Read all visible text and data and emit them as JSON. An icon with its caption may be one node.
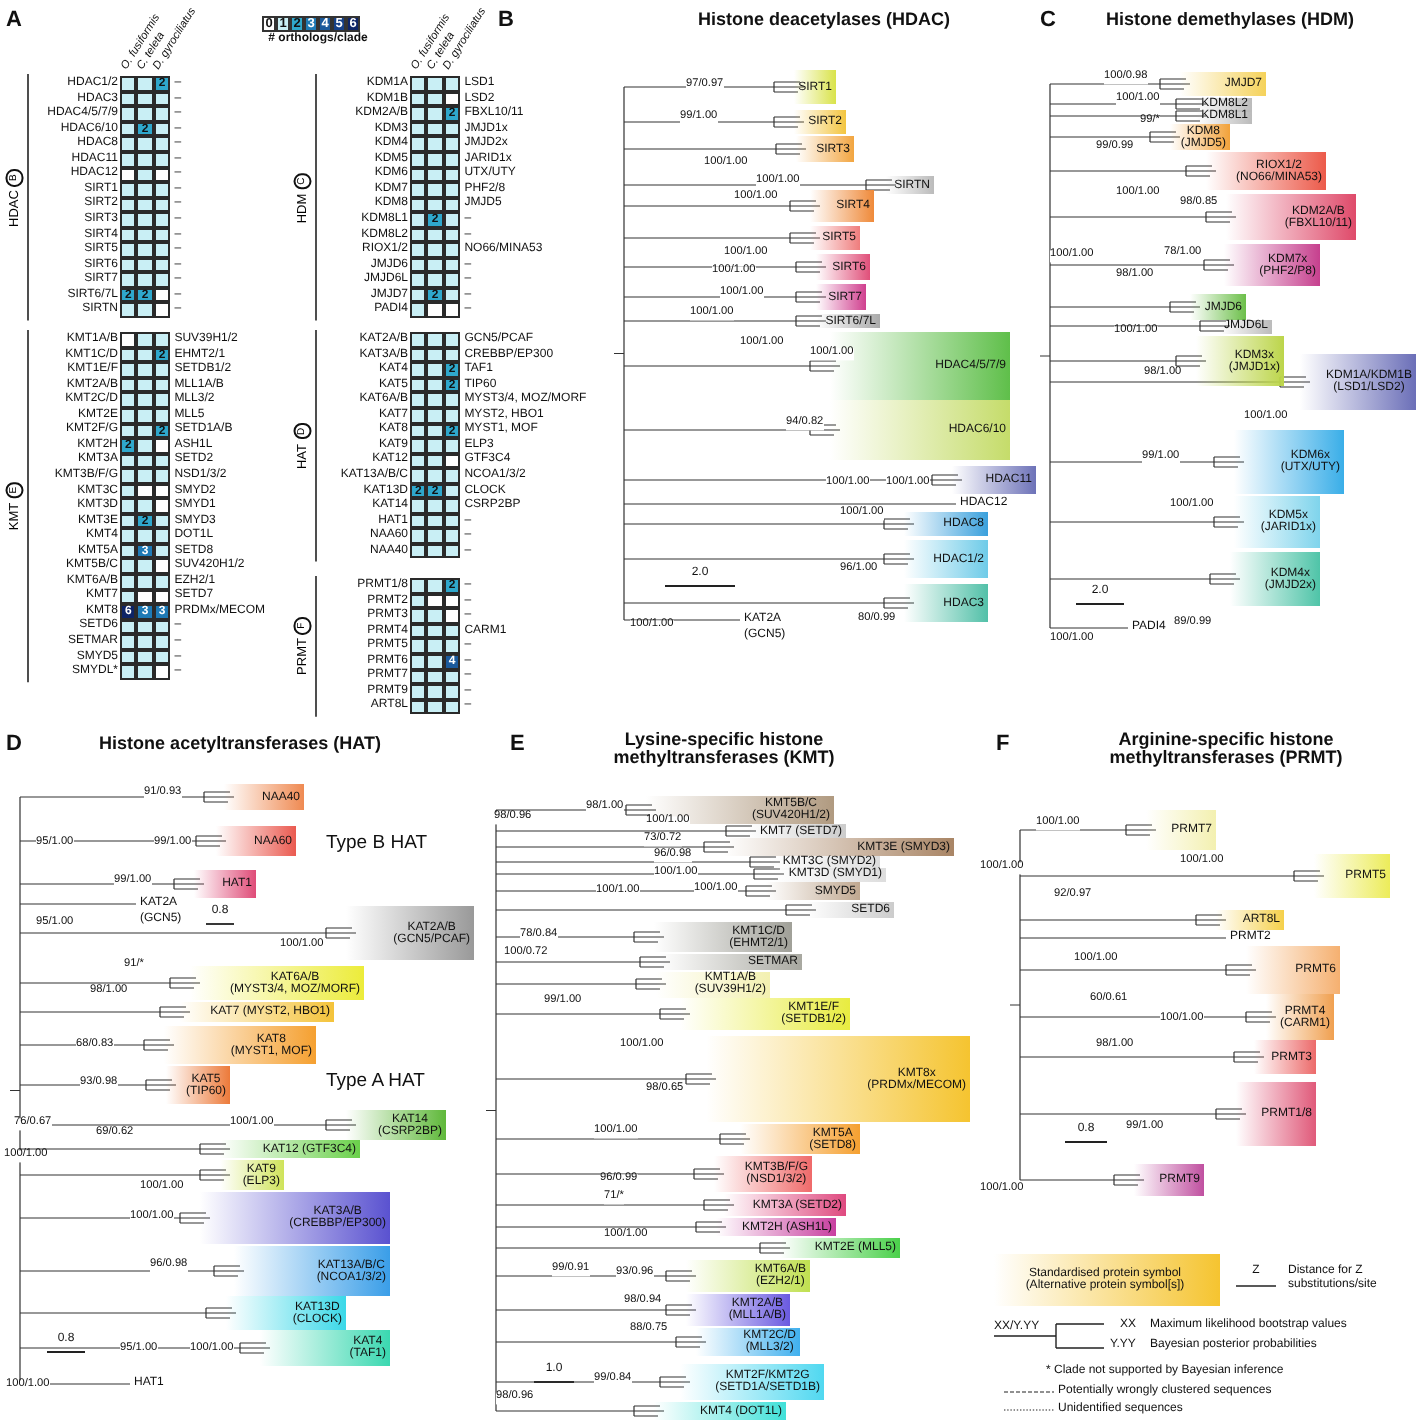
{
  "diagram": {
    "nodes": [
      {
        "text": [
          "SIRT1"
        ]
      },
      {
        "text": [
          "SIRT2"
        ]
      },
      {
        "text": [
          "SIRT3"
        ]
      },
      {
        "text": [
          "SIRTN"
        ]
      },
      {
        "text": [
          "SIRT4"
        ]
      },
      {
        "text": [
          "SIRT5"
        ]
      },
      {
        "text": [
          "SIRT6"
        ]
      },
      {
        "text": [
          "SIRT7"
        ]
      },
      {
        "text": [
          "SIRT6/7L"
        ]
      },
      {
        "text": [
          "HDAC4/5/7/9"
        ]
      },
      {
        "text": [
          "HDAC6/10"
        ]
      },
      {
        "text": [
          "HDAC11"
        ]
      },
      {
        "text": [
          "HDAC8"
        ]
      },
      {
        "text": [
          "HDAC1/2"
        ]
      },
      {
        "text": [
          "HDAC3"
        ]
      },
      {
        "text": [
          "JMJD7"
        ]
      },
      {
        "text": [
          "KDM8L2"
        ]
      },
      {
        "text": [
          "KDM8L1"
        ]
      },
      {
        "text": [
          "KDM8",
          "(JMJD5)"
        ]
      },
      {
        "text": [
          "RIOX1/2",
          "(NO66/MINA53)"
        ]
      },
      {
        "text": [
          "KDM2A/B",
          "(FBXL10/11)"
        ]
      },
      {
        "text": [
          "KDM7x",
          "(PHF2/P8)"
        ]
      },
      {
        "text": [
          "JMJD6"
        ]
      },
      {
        "text": [
          "JMJD6L"
        ]
      },
      {
        "text": [
          "KDM3x",
          "(JMJD1x)"
        ]
      },
      {
        "text": [
          "KDM1A/KDM1B",
          "(LSD1/LSD2)"
        ]
      },
      {
        "text": [
          "KDM6x",
          "(UTX/UTY)"
        ]
      },
      {
        "text": [
          "KDM5x",
          "(JARID1x)"
        ]
      },
      {
        "text": [
          "KDM4x",
          "(JMJD2x)"
        ]
      },
      {
        "text": [
          "NAA40"
        ]
      },
      {
        "text": [
          "NAA60"
        ]
      },
      {
        "text": [
          "HAT1"
        ]
      },
      {
        "text": [
          "KAT2A/B",
          "(GCN5/PCAF)"
        ]
      },
      {
        "text": [
          "KAT6A/B",
          "(MYST3/4, MOZ/MORF)"
        ]
      },
      {
        "text": [
          "KAT7 (MYST2, HBO1)"
        ]
      },
      {
        "text": [
          "KAT8",
          "(MYST1, MOF)"
        ]
      },
      {
        "text": [
          "KAT5",
          "(TIP60)"
        ]
      },
      {
        "text": [
          "KAT14",
          "(CSRP2BP)"
        ]
      },
      {
        "text": [
          "KAT12 (GTF3C4)"
        ]
      },
      {
        "text": [
          "KAT9",
          "(ELP3)"
        ]
      },
      {
        "text": [
          "KAT3A/B",
          "(CREBBP/EP300)"
        ]
      },
      {
        "text": [
          "KAT13A/B/C",
          "(NCOA1/3/2)"
        ]
      },
      {
        "text": [
          "KAT13D",
          "(CLOCK)"
        ]
      },
      {
        "text": [
          "KAT4",
          "(TAF1)"
        ]
      },
      {
        "text": [
          "KMT5B/C",
          "(SUV420H1/2)"
        ]
      },
      {
        "text": [
          "KMT7 (SETD7)"
        ]
      },
      {
        "text": [
          "KMT3E (SMYD3)"
        ]
      },
      {
        "text": [
          "KMT3C (SMYD2)"
        ]
      },
      {
        "text": [
          "KMT3D (SMYD1)"
        ]
      },
      {
        "text": [
          "SMYD5"
        ]
      },
      {
        "text": [
          "SETD6"
        ]
      },
      {
        "text": [
          "KMT1C/D",
          "(EHMT2/1)"
        ]
      },
      {
        "text": [
          "SETMAR"
        ]
      },
      {
        "text": [
          "KMT1A/B",
          "(SUV39H1/2)"
        ]
      },
      {
        "text": [
          "KMT1E/F",
          "(SETDB1/2)"
        ]
      },
      {
        "text": [
          "KMT8x",
          "(PRDMx/MECOM)"
        ]
      },
      {
        "text": [
          "KMT5A",
          "(SETD8)"
        ]
      },
      {
        "text": [
          "KMT3B/F/G",
          "(NSD1/3/2)"
        ]
      },
      {
        "text": [
          "KMT3A (SETD2)"
        ]
      },
      {
        "text": [
          "KMT2H (ASH1L)"
        ]
      },
      {
        "text": [
          "KMT2E (MLL5)"
        ]
      },
      {
        "text": [
          "KMT6A/B",
          "(EZH2/1)"
        ]
      },
      {
        "text": [
          "KMT2A/B",
          "(MLL1A/B)"
        ]
      },
      {
        "text": [
          "KMT2C/D",
          "(MLL3/2)"
        ]
      },
      {
        "text": [
          "KMT2F/KMT2G",
          "(SETD1A/SETD1B)"
        ]
      },
      {
        "text": [
          "KMT4 (DOT1L)"
        ]
      },
      {
        "text": [
          "PRMT7"
        ]
      },
      {
        "text": [
          "PRMT5"
        ]
      },
      {
        "text": [
          "ART8L"
        ]
      },
      {
        "text": [
          "PRMT6"
        ]
      },
      {
        "text": [
          "PRMT4",
          "(CARM1)"
        ]
      },
      {
        "text": [
          "PRMT3"
        ]
      },
      {
        "text": [
          "PRMT1/8"
        ]
      },
      {
        "text": [
          "PRMT9"
        ]
      },
      {
        "text": [
          "Standardised protein symbol",
          "(Alternative protein symbol[s])"
        ]
      }
    ],
    "labels": [
      "A",
      "# orthologs/clade",
      "O. fusiformis",
      "C. teleta",
      "D. gyrociliatus",
      "O. fusiformis",
      "C. teleta",
      "D. gyrociliatus",
      "HDAC",
      "B",
      "HDAC1/2",
      "2",
      "–",
      "HDAC3",
      "–",
      "HDAC4/5/7/9",
      "–",
      "HDAC6/10",
      "2",
      "–",
      "HDAC8",
      "–",
      "HDAC11",
      "–",
      "HDAC12",
      "–",
      "SIRT1",
      "–",
      "SIRT2",
      "–",
      "SIRT3",
      "–",
      "SIRT4",
      "–",
      "SIRT5",
      "–",
      "SIRT6",
      "–",
      "SIRT7",
      "–",
      "SIRT6/7L",
      "2",
      "2",
      "–",
      "SIRTN",
      "–",
      "HDM",
      "C",
      "KDM1A",
      "LSD1",
      "KDM1B",
      "LSD2",
      "KDM2A/B",
      "2",
      "FBXL10/11",
      "KDM3",
      "JMJD1x",
      "KDM4",
      "JMJD2x",
      "KDM5",
      "JARID1x",
      "KDM6",
      "UTX/UTY",
      "KDM7",
      "PHF2/8",
      "KDM8",
      "JMJD5",
      "KDM8L1",
      "2",
      "–",
      "KDM8L2",
      "–",
      "RIOX1/2",
      "NO66/MINA53",
      "JMJD6",
      "–",
      "JMJD6L",
      "–",
      "JMJD7",
      "2",
      "–",
      "PADI4",
      "–",
      "KMT",
      "E",
      "KMT1A/B",
      "SUV39H1/2",
      "KMT1C/D",
      "2",
      "EHMT2/1",
      "KMT1E/F",
      "SETDB1/2",
      "KMT2A/B",
      "MLL1A/B",
      "KMT2C/D",
      "MLL3/2",
      "KMT2E",
      "MLL5",
      "KMT2F/G",
      "2",
      "SETD1A/B",
      "KMT2H",
      "2",
      "ASH1L",
      "KMT3A",
      "SETD2",
      "KMT3B/F/G",
      "NSD1/3/2",
      "KMT3C",
      "SMYD2",
      "KMT3D",
      "SMYD1",
      "KMT3E",
      "2",
      "SMYD3",
      "KMT4",
      "DOT1L",
      "KMT5A",
      "3",
      "SETD8",
      "KMT5B/C",
      "SUV420H1/2",
      "KMT6A/B",
      "EZH2/1",
      "KMT7",
      "SETD7",
      "KMT8",
      "6",
      "3",
      "3",
      "PRDMx/MECOM",
      "SETD6",
      "–",
      "SETMAR",
      "–",
      "SMYD5",
      "–",
      "SMYDL*",
      "–",
      "HAT",
      "D",
      "KAT2A/B",
      "GCN5/PCAF",
      "KAT3A/B",
      "CREBBP/EP300",
      "KAT4",
      "2",
      "TAF1",
      "KAT5",
      "2",
      "TIP60",
      "KAT6A/B",
      "MYST3/4, MOZ/MORF",
      "KAT7",
      "MYST2, HBO1",
      "KAT8",
      "2",
      "MYST1, MOF",
      "KAT9",
      "ELP3",
      "KAT12",
      "GTF3C4",
      "KAT13A/B/C",
      "NCOA1/3/2",
      "KAT13D",
      "2",
      "2",
      "CLOCK",
      "KAT14",
      "CSRP2BP",
      "HAT1",
      "–",
      "NAA60",
      "–",
      "NAA40",
      "–",
      "PRMT",
      "F",
      "PRMT1/8",
      "2",
      "–",
      "PRMT2",
      "–",
      "PRMT3",
      "–",
      "PRMT4",
      "CARM1",
      "PRMT5",
      "–",
      "PRMT6",
      "4",
      "–",
      "PRMT7",
      "–",
      "PRMT9",
      "–",
      "ART8L",
      "–",
      "B",
      "Histone deacetylases (HDAC)",
      "97/0.97",
      "99/1.00",
      "100/1.00",
      "100/1.00",
      "100/1.00",
      "100/1.00",
      "100/1.00",
      "100/1.00",
      "100/1.00",
      "100/1.00",
      "100/1.00",
      "94/0.82",
      "100/1.00",
      "100/1.00",
      "HDAC12",
      "100/1.00",
      "96/1.00",
      "2.0",
      "80/0.99",
      "100/1.00",
      "KAT2A",
      "(GCN5)",
      "C",
      "Histone demethylases (HDM)",
      "100/0.98",
      "100/1.00",
      "99/*",
      "99/0.99",
      "100/1.00",
      "98/0.85",
      "100/1.00",
      "78/1.00",
      "98/1.00",
      "100/1.00",
      "98/1.00",
      "100/1.00",
      "99/1.00",
      "100/1.00",
      "2.0",
      "PADI4",
      "89/0.99",
      "100/1.00",
      "D",
      "Histone acetyltransferases (HAT)",
      "91/0.93",
      "95/1.00",
      "99/1.00",
      "Type B HAT",
      "99/1.00",
      "KAT2A",
      "0.8",
      "(GCN5)",
      "95/1.00",
      "100/1.00",
      "91/*",
      "98/1.00",
      "68/0.83",
      "Type A HAT",
      "93/0.98",
      "76/0.67",
      "100/1.00",
      "69/0.62",
      "100/1.00",
      "100/1.00",
      "100/1.00",
      "96/0.98",
      "0.8",
      "95/1.00",
      "100/1.00",
      "100/1.00",
      "HAT1",
      "E",
      "Lysine-specific histone methyltransferases (KMT)",
      "98/1.00",
      "98/0.96",
      "100/1.00",
      "73/0.72",
      "96/0.98",
      "100/1.00",
      "100/1.00",
      "100/1.00",
      "78/0.84",
      "100/0.72",
      "99/1.00",
      "100/1.00",
      "98/0.65",
      "100/1.00",
      "96/0.99",
      "71/*",
      "100/1.00",
      "99/0.91",
      "93/0.96",
      "98/0.94",
      "88/0.75",
      "1.0",
      "99/0.84",
      "98/0.96",
      "F",
      "Arginine-specific histone methyltransferases (PRMT)",
      "100/1.00",
      "100/1.00",
      "100/1.00",
      "92/0.97",
      "PRMT2",
      "100/1.00",
      "60/0.61",
      "100/1.00",
      "98/1.00",
      "0.8",
      "99/1.00",
      "100/1.00",
      "Z",
      "Distance for Z substitutions/site",
      "XX/Y.YY",
      "XX",
      "Maximum likelihood bootstrap values",
      "Y.YY",
      "Bayesian posterior probabilities",
      "* Clade not supported by Bayesian inference",
      "Potentially wrongly clustered sequences",
      "Unidentified sequences"
    ],
    "legend": [
      {
        "text": "0",
        "color": "#ffffff"
      },
      {
        "text": "1",
        "color": "#c9eff5"
      },
      {
        "text": "2",
        "color": "#2fa8cc"
      },
      {
        "text": "3",
        "color": "#1e7ab5"
      },
      {
        "text": "4",
        "color": "#1b5a9c"
      },
      {
        "text": "5",
        "color": "#164188"
      },
      {
        "text": "6",
        "color": "#0d2466"
      }
    ]
  }
}
